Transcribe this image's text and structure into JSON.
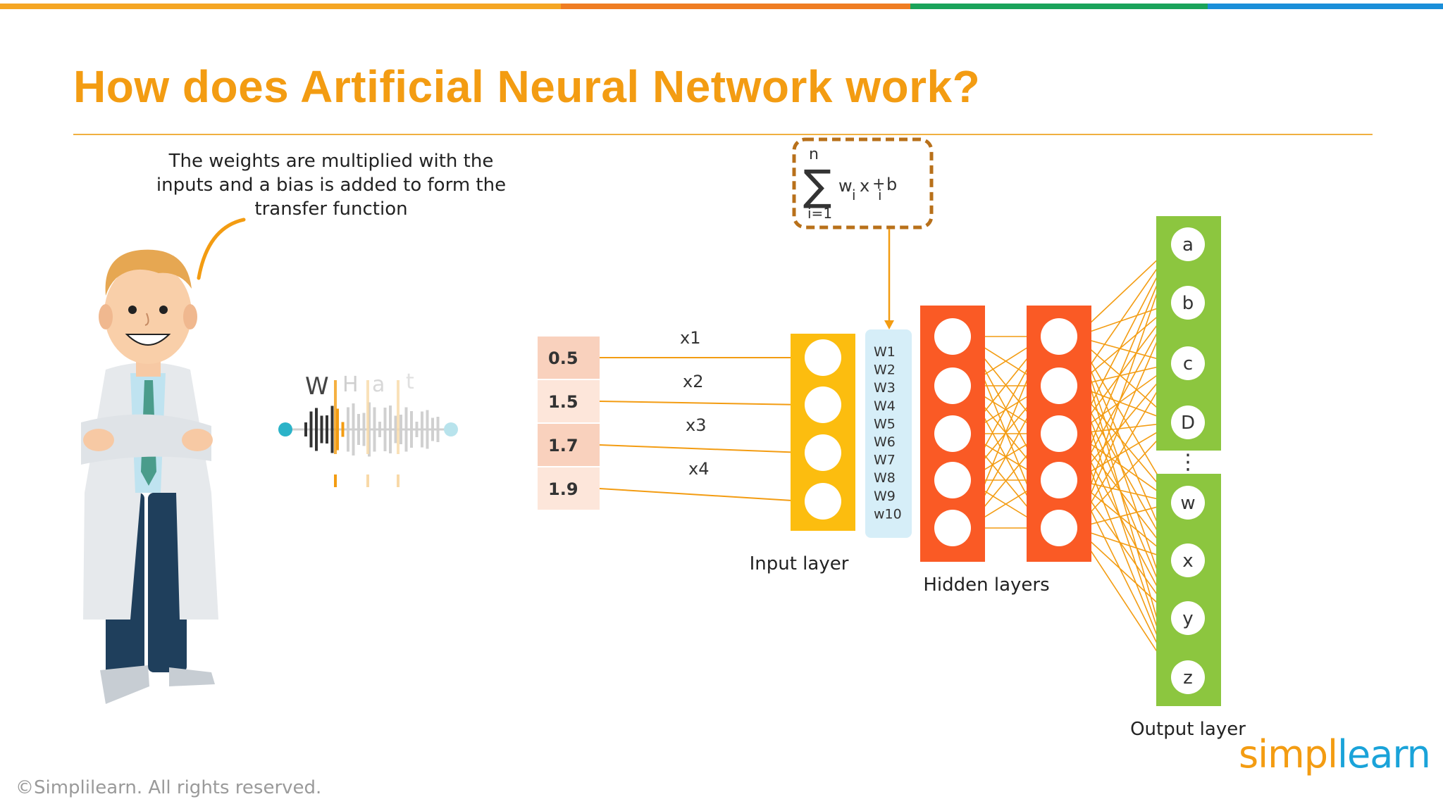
{
  "slide": {
    "title": "How does Artificial Neural Network work?",
    "speech": "The weights are multiplied with the inputs and a bias is added to form the transfer function",
    "copyright": "©Simplilearn. All rights reserved.",
    "logo_part1": "simpl",
    "logo_part2": "learn"
  },
  "top_bar_colors": [
    "#f5a623",
    "#ef7d22",
    "#1aa35a",
    "#1a8fd9"
  ],
  "formula": {
    "n": "n",
    "sigma": "∑",
    "lower": "i=1",
    "term": "w",
    "sub": "i",
    "mul": "x",
    "sub2": "i",
    "plus": "+",
    "bias": "b"
  },
  "waveform": {
    "letters": [
      "W",
      "H",
      "a",
      "t"
    ]
  },
  "inputs": {
    "values": [
      "0.5",
      "1.5",
      "1.7",
      "1.9"
    ],
    "labels": [
      "x1",
      "x2",
      "x3",
      "x4"
    ]
  },
  "weights": [
    "W1",
    "W2",
    "W3",
    "W4",
    "W5",
    "W6",
    "W7",
    "W8",
    "W9",
    "w10"
  ],
  "layers": {
    "input_label": "Input layer",
    "hidden_label": "Hidden layers",
    "output_label": "Output layer"
  },
  "outputs": {
    "top": [
      "a",
      "b",
      "c",
      "D"
    ],
    "ellipsis": "⋮",
    "bottom": [
      "w",
      "x",
      "y",
      "z"
    ]
  }
}
